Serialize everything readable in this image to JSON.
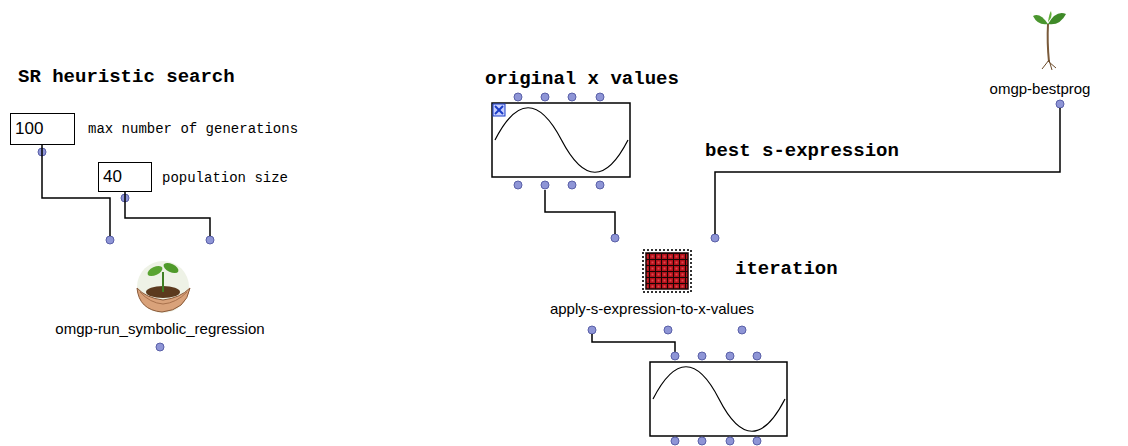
{
  "diagram": {
    "nodes": [
      {
        "text": [
          "100"
        ]
      },
      {
        "text": [
          "40"
        ]
      },
      {
        "text": [
          "omgp-run_symbolic_regression"
        ]
      },
      {
        "text": [
          "original x values"
        ]
      },
      {
        "text": [
          "omgp-bestprog"
        ]
      },
      {
        "text": [
          "apply-s-expression-to-x-values"
        ]
      }
    ],
    "edges": [
      {
        "from": 0,
        "to": 2,
        "arrow": "none"
      },
      {
        "from": 1,
        "to": 2,
        "arrow": "none"
      },
      {
        "from": 3,
        "to": 5,
        "arrow": "none"
      },
      {
        "from": 4,
        "to": 5,
        "arrow": "none"
      }
    ],
    "labels": [
      "SR heuristic search",
      "max number of generations",
      "population size",
      "best s-expression",
      "iteration"
    ]
  }
}
